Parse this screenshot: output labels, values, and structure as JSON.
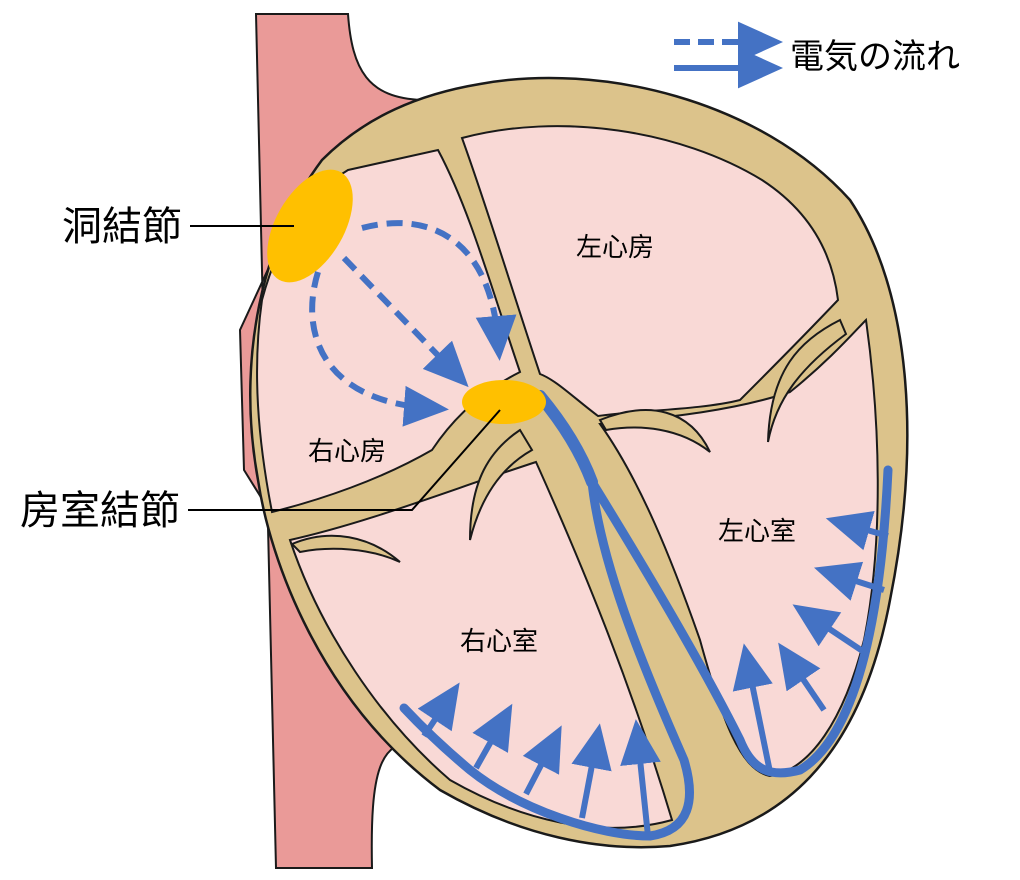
{
  "legend": {
    "label": "電気の流れ",
    "arrow_color": "#4472c4"
  },
  "labels": {
    "sinoatrial_node": "洞結節",
    "atrioventricular_node": "房室結節",
    "right_atrium": "右心房",
    "left_atrium": "左心房",
    "right_ventricle": "右心室",
    "left_ventricle": "左心室"
  },
  "colors": {
    "wall": "#dcc38b",
    "outline": "#1a1a1a",
    "chamber_fill": "#f9d9d6",
    "vessel": "#ea9a98",
    "node": "#ffc000",
    "conduction": "#4472c4"
  }
}
